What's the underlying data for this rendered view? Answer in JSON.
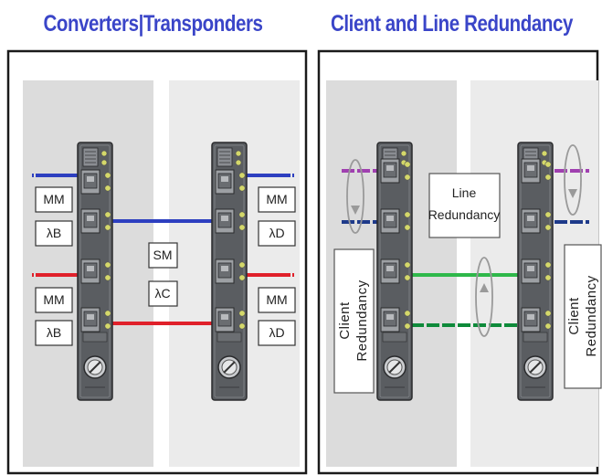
{
  "headings": {
    "left": "Converters|Transponders",
    "right": "Client and Line Redundancy"
  },
  "left_panel": {
    "left_labels": [
      "MM",
      "λB",
      "MM",
      "λB"
    ],
    "right_labels": [
      "MM",
      "λD",
      "MM",
      "λD"
    ],
    "center_labels": [
      "SM",
      "λC"
    ]
  },
  "right_panel": {
    "line_redundancy": [
      "Line",
      "Redundancy"
    ],
    "client_redundancy": [
      "Client",
      "Redundancy"
    ]
  },
  "colors": {
    "heading": "#3a45c8",
    "blue": "#2d3fc0",
    "red": "#e0202a",
    "purple": "#a040b0",
    "navy": "#1e3a8a",
    "green": "#2eb84a",
    "dark_green": "#0e8a3a"
  }
}
